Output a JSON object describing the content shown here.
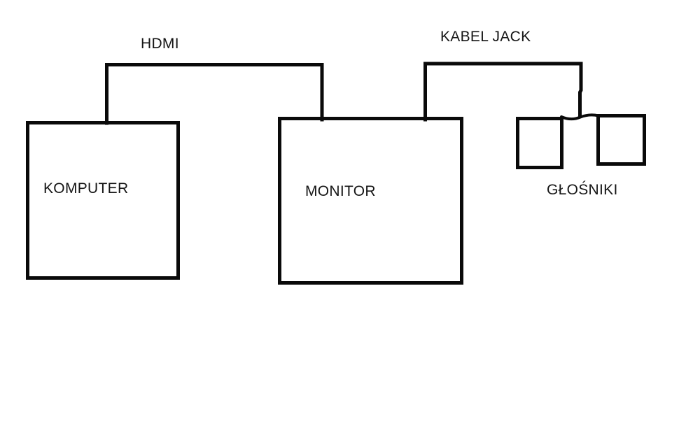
{
  "title": "Computer setup wiring diagram",
  "colors": {
    "background": "#ffffff",
    "ink": "#0a0a0a"
  },
  "nodes": {
    "komputer": {
      "label": "KOMPUTER"
    },
    "monitor": {
      "label": "MONITOR"
    },
    "speakers": {
      "label": "GŁOŚNIKI",
      "count": 2
    }
  },
  "connections": {
    "hdmi": {
      "label": "HDMI",
      "from": "KOMPUTER",
      "to": "MONITOR"
    },
    "jack": {
      "label": "KABEL JACK",
      "from": "MONITOR",
      "to": "GŁOŚNIKI"
    }
  }
}
